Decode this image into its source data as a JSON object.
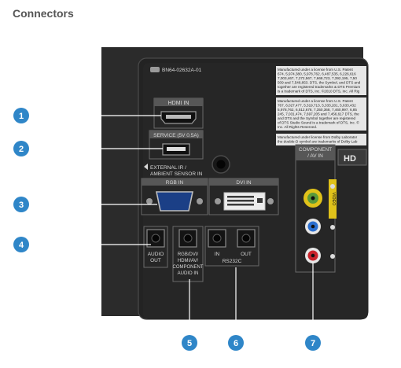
{
  "page": {
    "title": "Connectors"
  },
  "panel": {
    "model_code": "BN64-02632A-01",
    "brand_fragment": "HD",
    "license_texts": [
      [
        "Manufactured under a license from U.S. Patent",
        "674, 5,974,380, 5,978,762, 6,487,535, 6,226,616",
        "7,003,467, 7,272,567, 7,668,723, 7,392,195, 7,50",
        "509 and 7,548,853. DTS, the Symbol, and DTS and",
        "together are registered trademarks & DTS Premium",
        "is a trademark of DTS, Inc. ©2010 DTS, Inc. All Rig"
      ],
      [
        "Manufactured under a license from U.S. Patent",
        "767, 6,027,477, 5,319,713, 5,333,201, 5,633,432",
        "5,978,762, 6,512,678, 7,350,368, 7,460,997, 6,85",
        "245, 7,031,474, 7,697,205 and 7,456,617 DTS, the",
        "and DTS and the Symbol together are registered",
        "of DTS Studio Sound is a trademark of DTS, Inc. ©",
        "Inc. All Rights Reserved."
      ],
      [
        "Manufactured under license from Dolby Laborator",
        "the double-D symbol are trademarks of Dolby Lab"
      ]
    ],
    "ports": {
      "hdmi": "HDMI IN",
      "service": "SERVICE (5V 0.5A)",
      "external_ir": [
        "EXTERNAL IR /",
        "AMBIENT SENSOR IN"
      ],
      "rgb": "RGB IN",
      "dvi": "DVI IN",
      "audio_out": [
        "AUDIO",
        "OUT"
      ],
      "audio_in": [
        "RGB/DVI/",
        "HDMI/AV/",
        "COMPONENT",
        "AUDIO IN"
      ],
      "rs232c_in": "IN",
      "rs232c_out": "OUT",
      "rs232c": "RS232C",
      "component": [
        "COMPONENT",
        "/ AV IN"
      ],
      "video_tag": "VIDEO"
    },
    "callouts": [
      "1",
      "2",
      "3",
      "4",
      "5",
      "6",
      "7"
    ]
  },
  "colors": {
    "accent": "#2f86c8",
    "panel": "#2b2b2b",
    "port_label": "#d8d8d8",
    "composite_yellow": "#e0c21a",
    "component_blue": "#2b6fd0",
    "component_red": "#c9232b"
  }
}
